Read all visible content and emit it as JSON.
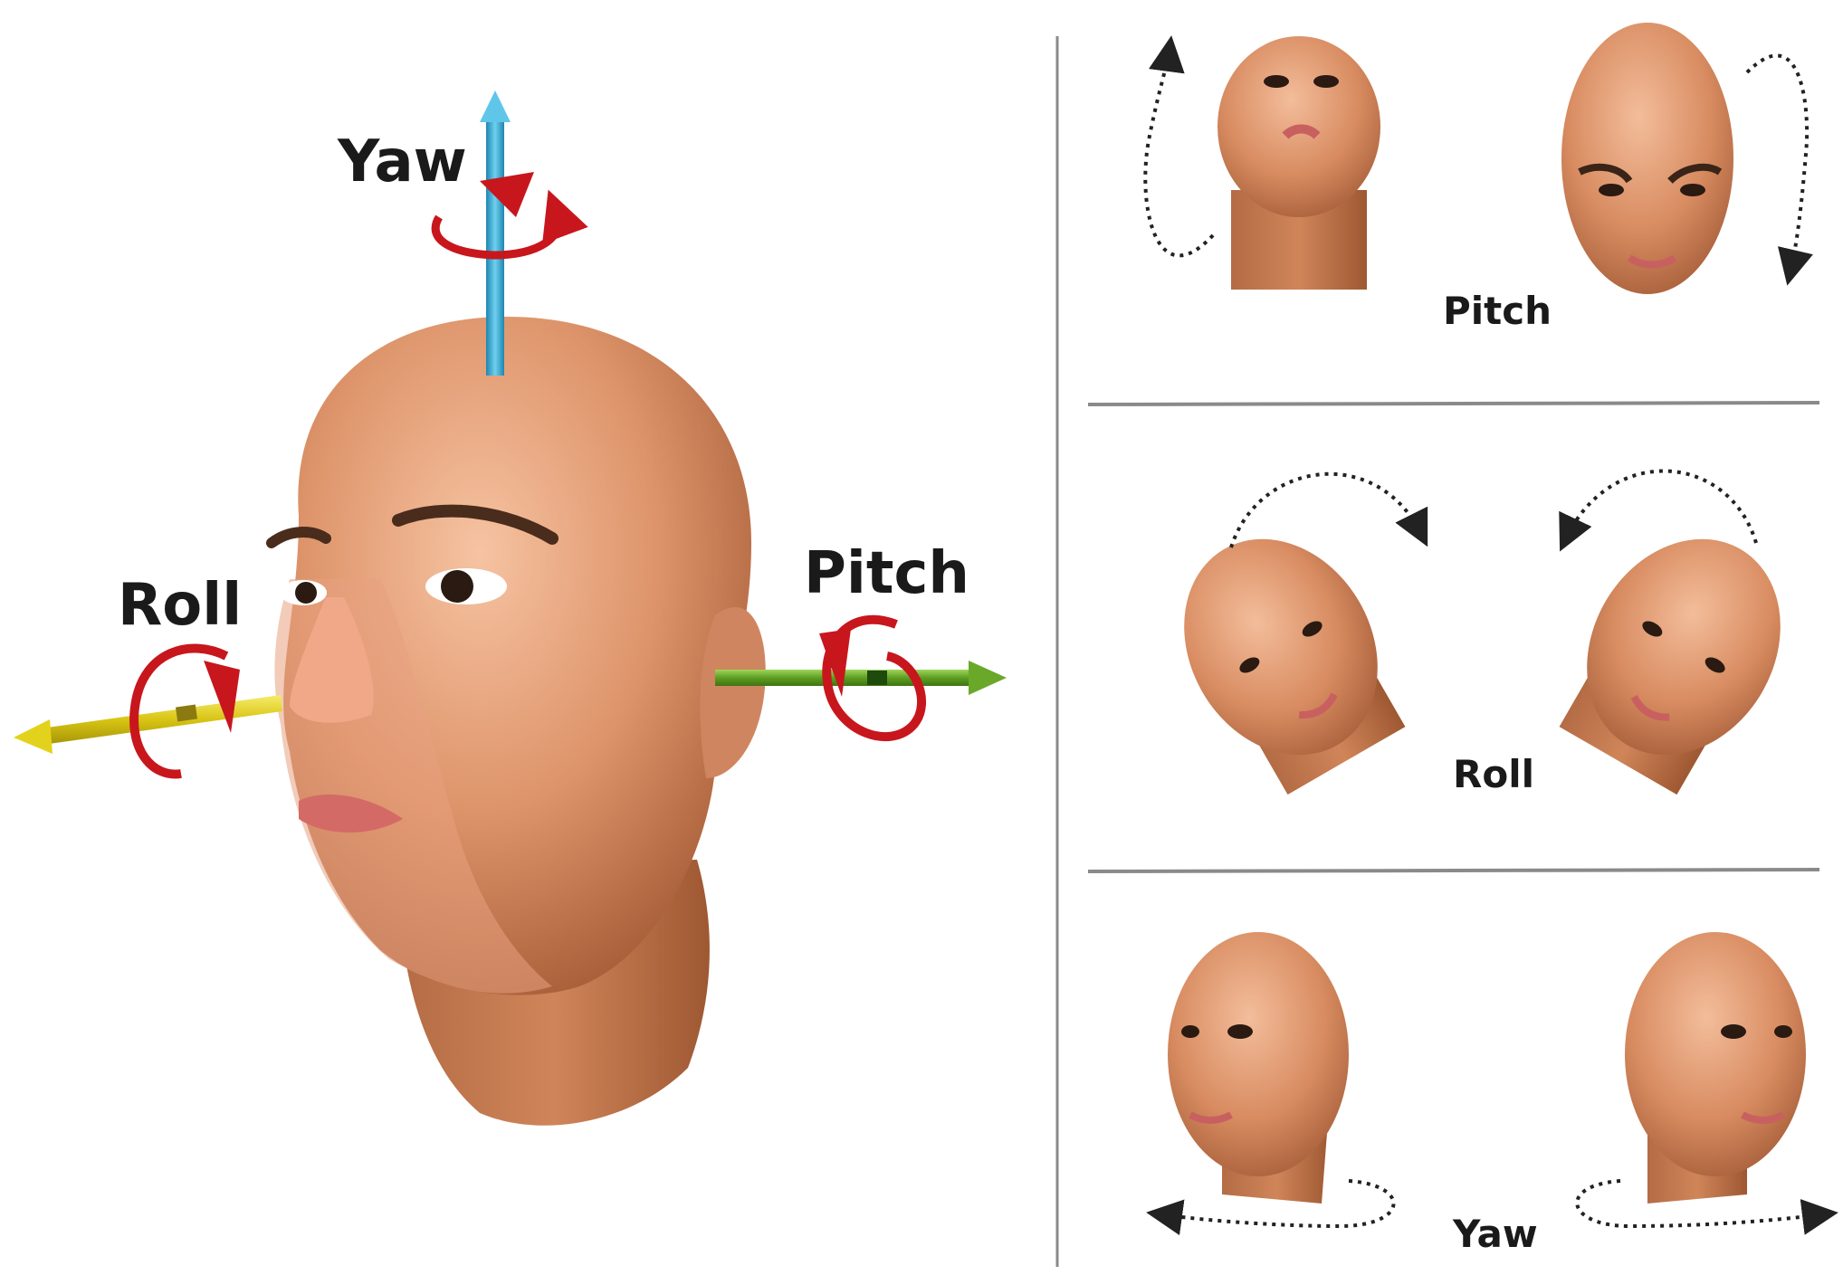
{
  "main_labels": {
    "yaw": "Yaw",
    "pitch": "Pitch",
    "roll": "Roll"
  },
  "panel_labels": {
    "pitch": "Pitch",
    "roll": "Roll",
    "yaw": "Yaw"
  },
  "colors": {
    "yaw_axis": "#3aa7cf",
    "pitch_axis": "#6aa82a",
    "roll_axis": "#e3d21c",
    "rotation_arrow": "#c8161d",
    "skin_light": "#efb38f",
    "skin_mid": "#d98a62",
    "skin_dark": "#b0683f",
    "divider": "#8a8a8a"
  },
  "icons": [
    "head-3d-icon",
    "head-thumbnail-icon",
    "dotted-motion-arrow-icon",
    "axis-arrow-icon",
    "rotation-arrow-icon"
  ]
}
